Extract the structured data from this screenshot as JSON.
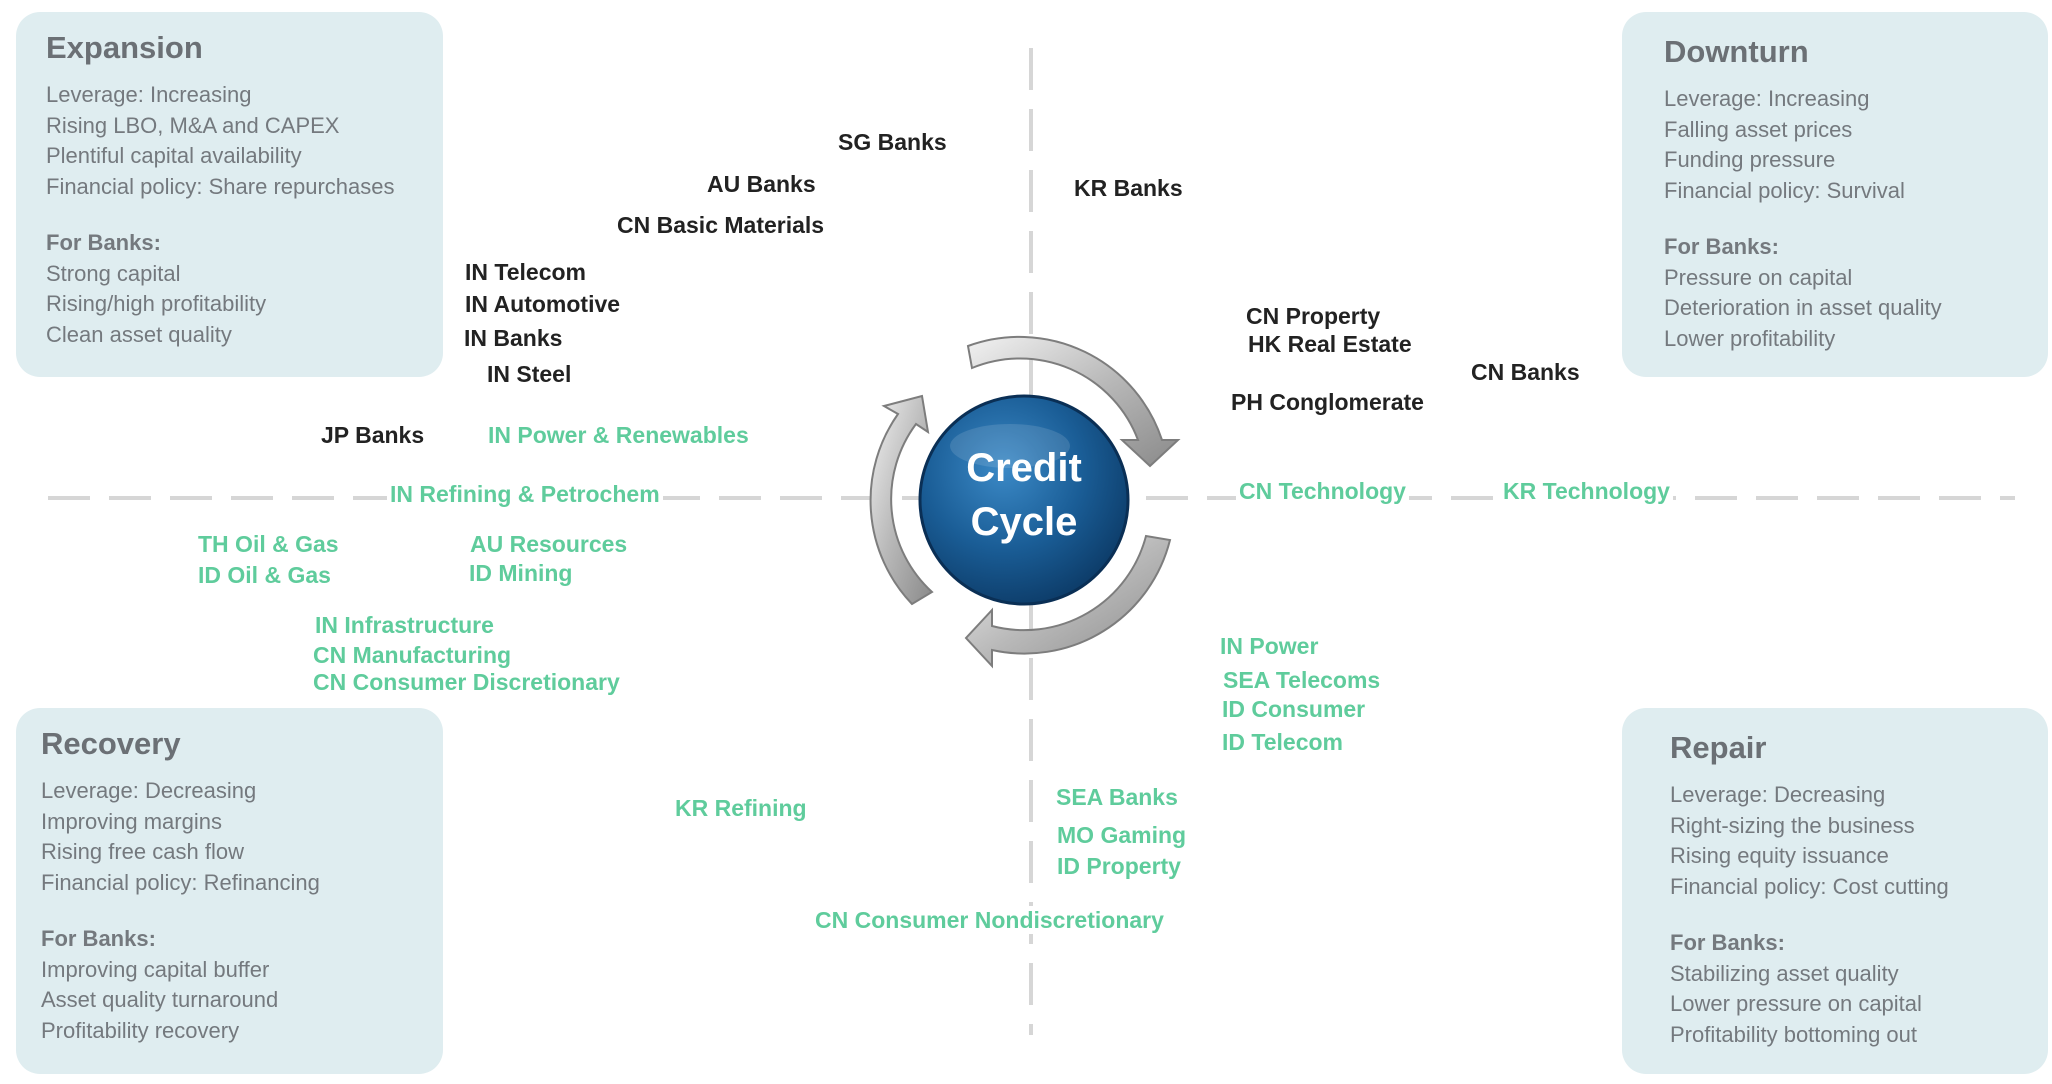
{
  "center_label": {
    "line1": "Credit",
    "line2": "Cycle"
  },
  "phases": {
    "expansion": {
      "title": "Expansion",
      "lines": [
        "Leverage: Increasing",
        "Rising LBO, M&A and CAPEX",
        "Plentiful capital availability",
        "Financial policy: Share repurchases"
      ],
      "banks_heading": "For Banks:",
      "banks_lines": [
        "Strong capital",
        "Rising/high profitability",
        "Clean asset quality"
      ]
    },
    "downturn": {
      "title": "Downturn",
      "lines": [
        "Leverage: Increasing",
        "Falling asset prices",
        "Funding pressure",
        "Financial policy: Survival"
      ],
      "banks_heading": "For Banks:",
      "banks_lines": [
        "Pressure on capital",
        "Deterioration in asset quality",
        "Lower profitability"
      ]
    },
    "recovery": {
      "title": "Recovery",
      "lines": [
        "Leverage: Decreasing",
        "Improving margins",
        "Rising free cash flow",
        "Financial policy: Refinancing"
      ],
      "banks_heading": "For Banks:",
      "banks_lines": [
        "Improving capital buffer",
        "Asset quality turnaround",
        "Profitability recovery"
      ]
    },
    "repair": {
      "title": "Repair",
      "lines": [
        "Leverage: Decreasing",
        "Right-sizing the business",
        "Rising equity issuance",
        "Financial policy: Cost cutting"
      ],
      "banks_heading": "For Banks:",
      "banks_lines": [
        "Stabilizing asset quality",
        "Lower pressure on capital",
        "Profitability bottoming out"
      ]
    }
  },
  "colors": {
    "dark_label": "#222222",
    "green_label": "#5fcc9c",
    "box_bg": "#dfedf0",
    "center_blue": "#1a5d96"
  },
  "sectors": {
    "sg_banks": "SG Banks",
    "au_banks": "AU Banks",
    "cn_basic_materials": "CN Basic Materials",
    "in_telecom": "IN Telecom",
    "in_automotive": "IN Automotive",
    "in_banks": "IN Banks",
    "in_steel": "IN Steel",
    "jp_banks": "JP Banks",
    "in_power_renewables": "IN Power & Renewables",
    "in_refining_petrochem": "IN Refining & Petrochem",
    "th_oil_gas": "TH Oil & Gas",
    "id_oil_gas": "ID Oil & Gas",
    "au_resources": "AU Resources",
    "id_mining": "ID Mining",
    "in_infrastructure": "IN Infrastructure",
    "cn_manufacturing": "CN Manufacturing",
    "cn_consumer_discretionary": "CN Consumer Discretionary",
    "kr_refining": "KR Refining",
    "kr_banks": "KR Banks",
    "cn_property": "CN Property",
    "hk_real_estate": "HK Real Estate",
    "cn_banks": "CN Banks",
    "ph_conglomerate": "PH Conglomerate",
    "cn_technology": "CN Technology",
    "kr_technology": "KR Technology",
    "in_power": "IN Power",
    "sea_telecoms": "SEA Telecoms",
    "id_consumer": "ID Consumer",
    "id_telecom": "ID Telecom",
    "sea_banks": "SEA Banks",
    "mo_gaming": "MO Gaming",
    "id_property": "ID Property",
    "cn_consumer_nondiscretionary": "CN Consumer Nondiscretionary"
  }
}
